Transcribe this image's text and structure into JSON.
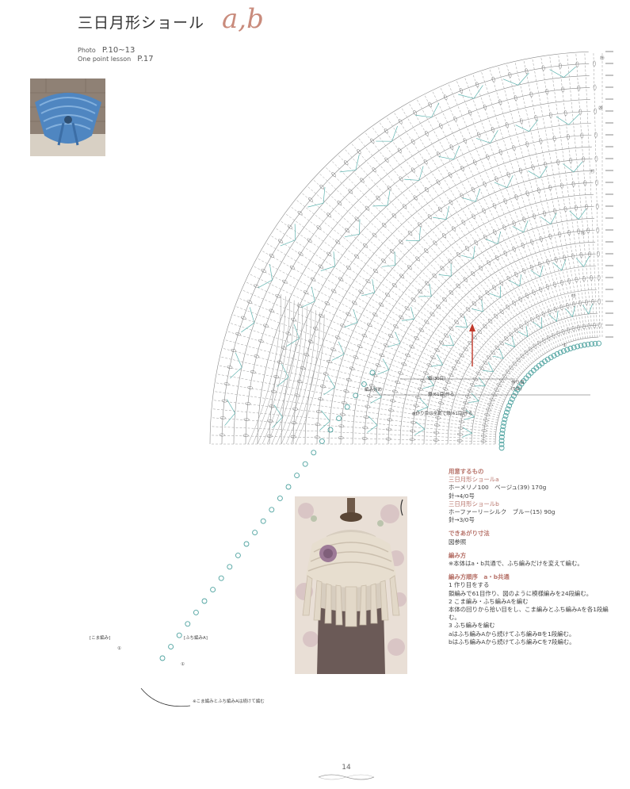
{
  "header": {
    "title": "三日月形ショール",
    "title_suffix": "a,b",
    "photo_label": "Photo",
    "photo_pages": "P.10~13",
    "lesson_label": "One point lesson",
    "lesson_page": "P.17"
  },
  "chart_labels": {
    "row_numbers": [
      "⑲",
      "⑳",
      "⑰",
      "⑮",
      "⑬",
      "①"
    ],
    "chain_start": "編み始め",
    "measure_a": "鎖(30目)",
    "measure_b": "鎖(61目)作る",
    "note_chain": "※作り目は全部で鎖(61目)作る",
    "start_1": "作り目",
    "start_2": "(5目)",
    "koma_label": "[こま編み]",
    "fuchi_label": "[ふち編みA]",
    "bottom_note": "※こま編みとふち編みAは続けて編む",
    "circled_1": "①"
  },
  "materials": {
    "prep_head": "用意するもの",
    "shawl_a_head": "三日月形ショールa",
    "shawl_a_yarn": "ホーメリノ100　ベージュ(39) 170g",
    "shawl_a_hook": "針→4/0号",
    "shawl_b_head": "三日月形ショールb",
    "shawl_b_yarn": "ホーファーリーシルク　ブルー(15) 90g",
    "shawl_b_hook": "針→3/0号",
    "size_head": "できあがり寸法",
    "size_body": "図参照",
    "method_head": "編み方",
    "method_body": "※本体はa・b共通で、ふち編みだけを変えて編む。",
    "order_head": "編み方順序",
    "order_suffix": "a・b共通",
    "step1_title": "1 作り目をする",
    "step1_body": "鎖編みで61目作り、図のように模様編みを24段編む。",
    "step2_title": "2 こま編み・ふち編みAを編む",
    "step2_body": "本体の回りから拾い目をし、こま編みとふち編みAを各1段編む。",
    "step3_title": "3 ふち編みを編む",
    "step3_a": "aはふち編みAから続けてふち編みBを1段編む。",
    "step3_b": "bはふち編みAから続けてふち編みCを7段編む。"
  },
  "footer": {
    "page_number": "14"
  }
}
